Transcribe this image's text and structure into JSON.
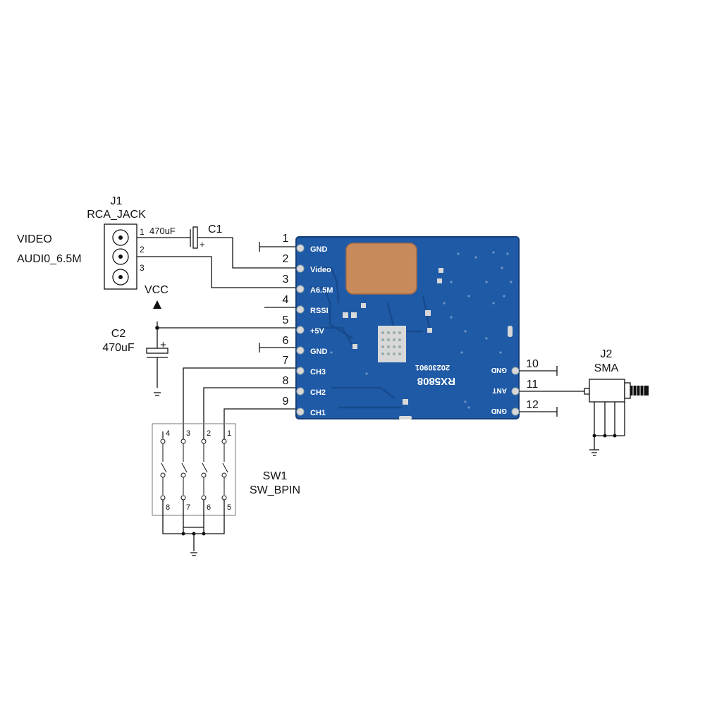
{
  "j1": {
    "ref": "J1",
    "part": "RCA_JACK",
    "pins": [
      "1",
      "2",
      "3"
    ],
    "video_label": "VIDEO",
    "audio_label": "AUDI0_6.5M"
  },
  "c1": {
    "ref": "C1",
    "value": "470uF",
    "plus": "+"
  },
  "c2": {
    "ref": "C2",
    "value": "470uF",
    "plus": "+"
  },
  "vcc": {
    "label": "VCC"
  },
  "module": {
    "name": "RX5808",
    "date": "20230901",
    "left_pins": [
      {
        "num": "1",
        "name": "GND"
      },
      {
        "num": "2",
        "name": "Video"
      },
      {
        "num": "3",
        "name": "A6.5M"
      },
      {
        "num": "4",
        "name": "RSSI"
      },
      {
        "num": "5",
        "name": "+5V"
      },
      {
        "num": "6",
        "name": "GND"
      },
      {
        "num": "7",
        "name": "CH3"
      },
      {
        "num": "8",
        "name": "CH2"
      },
      {
        "num": "9",
        "name": "CH1"
      }
    ],
    "right_pins": [
      {
        "num": "10",
        "name": "GND"
      },
      {
        "num": "11",
        "name": "ANT"
      },
      {
        "num": "12",
        "name": "GND"
      }
    ],
    "colors": {
      "board": "#1f5aa6",
      "shield": "#c98a5b",
      "pad": "#d8d8d8"
    }
  },
  "j2": {
    "ref": "J2",
    "part": "SMA"
  },
  "sw1": {
    "ref": "SW1",
    "part": "SW_BPIN",
    "top_pins": [
      "4",
      "3",
      "2",
      "1"
    ],
    "bottom_pins": [
      "8",
      "7",
      "6",
      "5"
    ]
  }
}
